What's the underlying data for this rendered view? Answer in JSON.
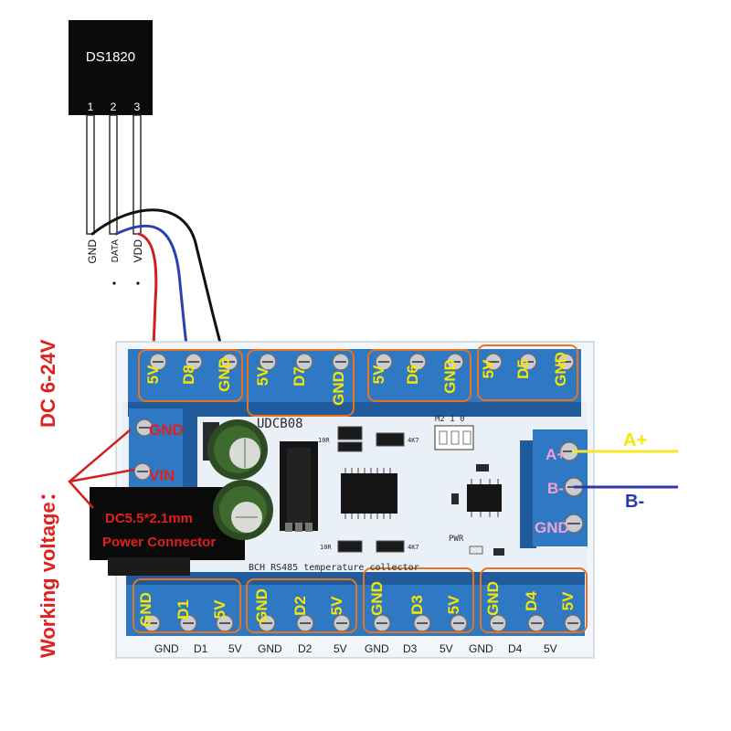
{
  "sensor": {
    "name": "DS1820",
    "pin_numbers": [
      "1",
      "2",
      "3"
    ],
    "pin_names": [
      "GND",
      "DATA",
      "VDD"
    ]
  },
  "board": {
    "model": "UDCB08",
    "caption": "BCH RS485 temperature collector",
    "pwr_label": "PWR",
    "header_label": "M2 1 0",
    "top_channels": [
      [
        "5V",
        "D8",
        "GND"
      ],
      [
        "5V",
        "D7",
        "GND"
      ],
      [
        "5V",
        "D6",
        "GND"
      ],
      [
        "5V",
        "D5",
        "GND"
      ]
    ],
    "bottom_channels": [
      [
        "GND",
        "D1",
        "5V"
      ],
      [
        "GND",
        "D2",
        "5V"
      ],
      [
        "GND",
        "D3",
        "5V"
      ],
      [
        "GND",
        "D4",
        "5V"
      ]
    ],
    "bottom_silk": [
      "GND",
      "D1",
      "5V",
      "GND",
      "D2",
      "5V",
      "GND",
      "D3",
      "5V",
      "GND",
      "D4",
      "5V"
    ],
    "power_terminal": [
      "GND",
      "VIN"
    ],
    "rs485_terminal": [
      "A+",
      "B-",
      "GND"
    ],
    "resistor_labels": [
      "10R",
      "4K7",
      "10R",
      "4K7"
    ]
  },
  "annotations": {
    "working_voltage": "Working voltage：",
    "dc_range": "DC 6-24V",
    "power_connector_line1": "DC5.5*2.1mm",
    "power_connector_line2": "Power Connector",
    "a_plus": "A+",
    "b_minus": "B-"
  },
  "colors": {
    "terminal_blue": "#2f78c4",
    "label_yellow": "#f6e600",
    "label_red": "#e0201e",
    "label_pink": "#f1a1d0",
    "orange_outline": "#e8731a",
    "wire_red": "#d22020",
    "wire_blue": "#2b3fb0",
    "wire_black": "#111111",
    "line_a_plus": "#f5e82a",
    "line_b_minus": "#2b3aa8"
  }
}
